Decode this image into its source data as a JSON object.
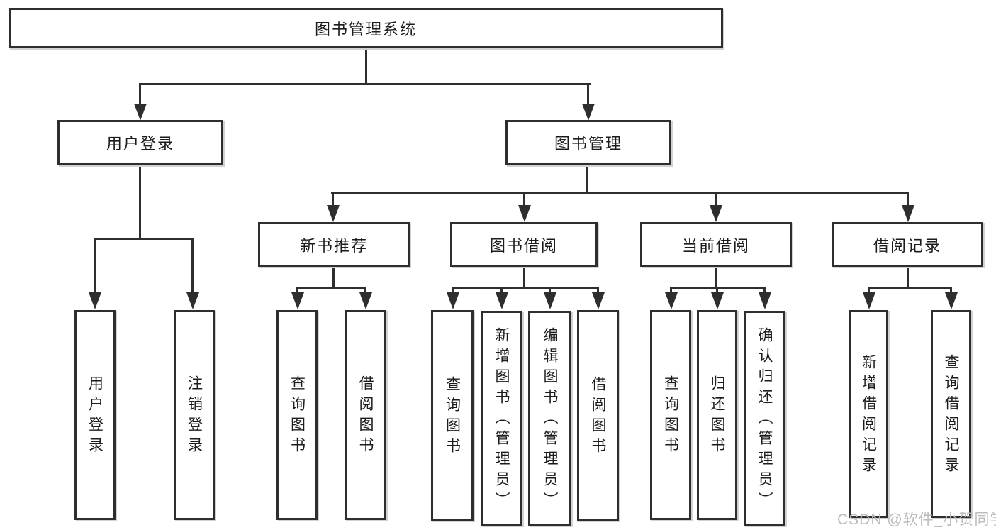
{
  "diagram": {
    "root": {
      "label": "图书管理系统"
    },
    "level2": [
      {
        "id": "user-login",
        "label": "用户登录"
      },
      {
        "id": "book-management",
        "label": "图书管理"
      }
    ],
    "level3": [
      {
        "id": "new-book-recommend",
        "label": "新书推荐",
        "parent": "book-management"
      },
      {
        "id": "book-borrow",
        "label": "图书借阅",
        "parent": "book-management"
      },
      {
        "id": "current-borrow",
        "label": "当前借阅",
        "parent": "book-management"
      },
      {
        "id": "borrow-record",
        "label": "借阅记录",
        "parent": "book-management"
      }
    ],
    "leaves": {
      "user_login": [
        {
          "label": "用户登录"
        },
        {
          "label": "注销登录"
        }
      ],
      "new_book": [
        {
          "label": "查询图书"
        },
        {
          "label": "借阅图书"
        }
      ],
      "book_borrow": [
        {
          "label": "查询图书"
        },
        {
          "label": "新增图书（管理员）"
        },
        {
          "label": "编辑图书（管理员）"
        },
        {
          "label": "借阅图书"
        }
      ],
      "current_borrow": [
        {
          "label": "查询图书"
        },
        {
          "label": "归还图书"
        },
        {
          "label": "确认归还（管理员）"
        }
      ],
      "borrow_record": [
        {
          "label": "新增借阅记录"
        },
        {
          "label": "查询借阅记录"
        }
      ]
    }
  },
  "colors": {
    "line": "#2e2e2e",
    "box_border": "#2e2e2e",
    "text": "#1c1c1c",
    "background": "#ffffff",
    "watermark": "#bcbcbc"
  },
  "watermark": {
    "text": "CSDN @软件_小贺同学"
  }
}
